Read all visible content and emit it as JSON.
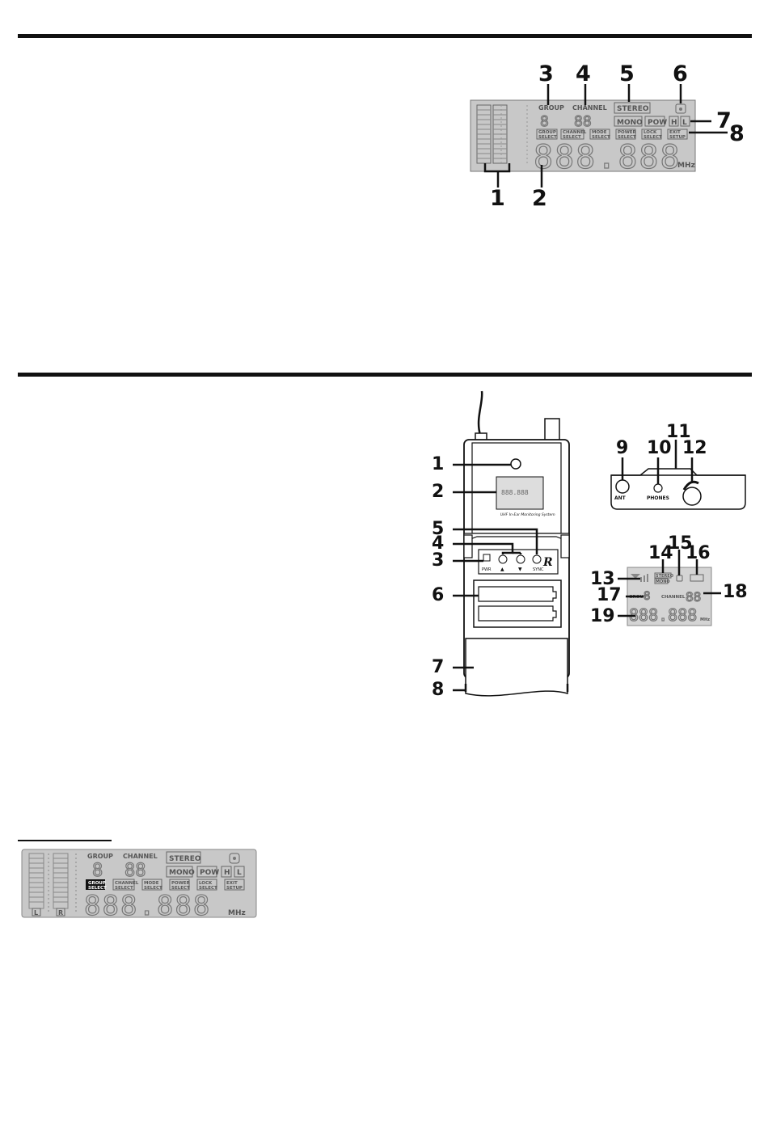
{
  "lcd_main": {
    "labels": {
      "group": "GROUP",
      "channel": "CHANNEL",
      "stereo": "STEREO",
      "mono": "MONO",
      "pow": "POW",
      "h": "H",
      "l": "L",
      "mhz": "MHz",
      "group_select": [
        "GROUP",
        "SELECT"
      ],
      "channel_select": [
        "CHANNEL",
        "SELECT"
      ],
      "mode_select": [
        "MODE",
        "SELECT"
      ],
      "power_select": [
        "POWER",
        "SELECT"
      ],
      "lock_select": [
        "LOCK",
        "SELECT"
      ],
      "exit_setup": [
        "EXIT",
        "SETUP"
      ],
      "meter_l": "L",
      "meter_r": "R"
    },
    "callouts": [
      "1",
      "2",
      "3",
      "4",
      "5",
      "6",
      "7",
      "8"
    ]
  },
  "device": {
    "callouts_left": [
      "1",
      "2",
      "5",
      "4",
      "3",
      "6",
      "7",
      "8"
    ],
    "lcd_caption": "UHF In-Ear Monitoring System",
    "button_labels": [
      "PWR",
      "▲",
      "▼",
      "SYNC"
    ],
    "top_callouts": [
      "9",
      "10",
      "11",
      "12"
    ],
    "top_labels": [
      "ANT",
      "PHONES"
    ],
    "lcd_small_callouts": [
      "13",
      "14",
      "15",
      "16",
      "17",
      "18",
      "19"
    ],
    "lcd_small_labels": {
      "stereo": "STEREO",
      "mono": "MONO",
      "group": "GROUP",
      "channel": "CHANNEL",
      "mhz": "MHz"
    }
  },
  "colors": {
    "lcd_bg": "#c8c8c8",
    "rule": "#111111"
  }
}
